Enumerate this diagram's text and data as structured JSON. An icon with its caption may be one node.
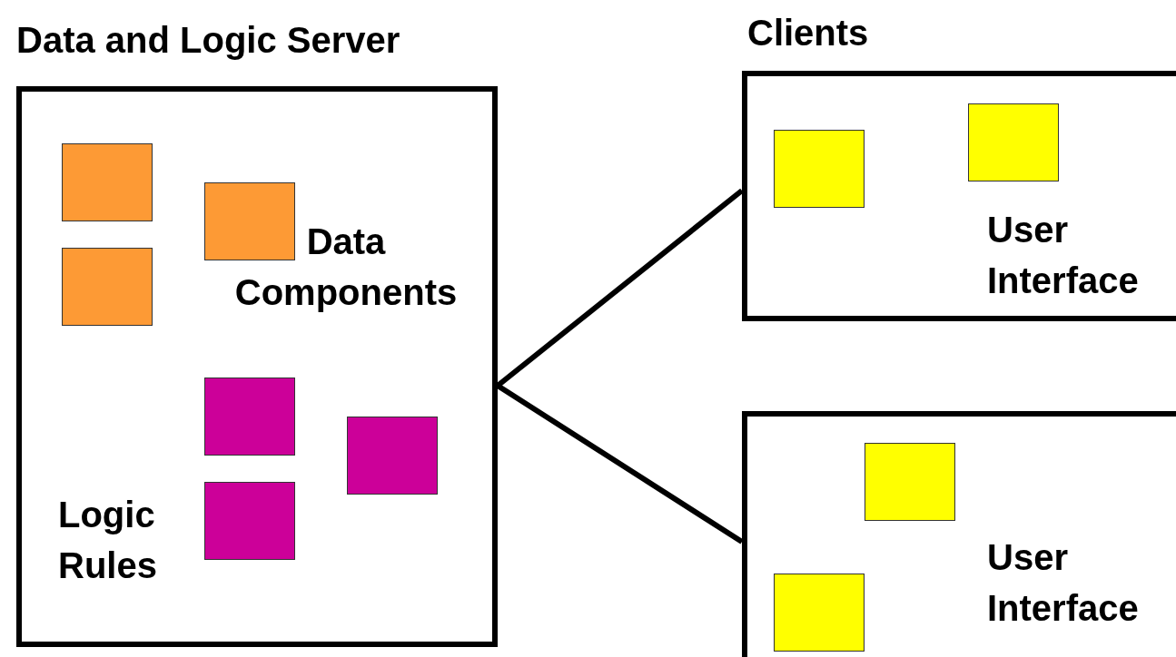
{
  "diagram": {
    "nodes": [
      {
        "text": [
          "Data and Logic Server",
          "Data Components",
          "Logic Rules"
        ]
      },
      {
        "text": [],
        "shape": "box",
        "in": 0
      },
      {
        "text": [],
        "shape": "box",
        "in": 0
      },
      {
        "text": [],
        "shape": "box",
        "in": 0
      },
      {
        "text": [],
        "shape": "box",
        "in": 0
      },
      {
        "text": [],
        "shape": "box",
        "in": 0
      },
      {
        "text": [],
        "shape": "box",
        "in": 0
      },
      {
        "text": [
          "User Interface"
        ]
      },
      {
        "text": [],
        "shape": "box",
        "in": 7
      },
      {
        "text": [],
        "shape": "box",
        "in": 7
      },
      {
        "text": [
          "User Interface"
        ]
      },
      {
        "text": [],
        "shape": "box",
        "in": 10
      },
      {
        "text": [],
        "shape": "box",
        "in": 10
      }
    ],
    "edges": [
      {
        "from": 0,
        "to": 7,
        "arrow": "none"
      },
      {
        "from": 0,
        "to": 10,
        "arrow": "none"
      }
    ],
    "labels": [
      "Clients"
    ]
  }
}
